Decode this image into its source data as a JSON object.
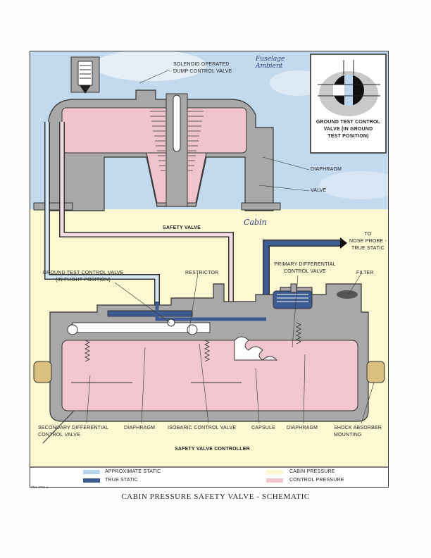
{
  "safety_valve": {
    "title": "SAFETY VALVE",
    "solenoid_label_1": "SOLENOID OPERATED",
    "solenoid_label_2": "DUMP CONTROL VALVE",
    "diaphragm_label": "DIAPHRAGM",
    "valve_label": "VALVE"
  },
  "handwritten": {
    "fuselage_1": "Fuselage",
    "fuselage_2": "Ambient",
    "cabin": "Cabin"
  },
  "inset": {
    "label_1": "GROUND TEST CONTROL",
    "label_2": "VALVE (IN GROUND",
    "label_3": "TEST POSITION)"
  },
  "lines": {
    "nose_1": "TO",
    "nose_2": "NOSE PROBE -",
    "nose_3": "TRUE STATIC",
    "gtcv_1": "GROUND TEST CONTROL VALVE",
    "gtcv_2": "(IN FLIGHT POSITION)",
    "restrictor": "RESTRICTOR",
    "pdcv_1": "PRIMARY DIFFERENTIAL",
    "pdcv_2": "CONTROL VALVE",
    "filter": "FILTER"
  },
  "controller": {
    "title": "SAFETY VALVE CONTROLLER",
    "labels": {
      "secondary_1": "SECONDARY DIFFERENTIAL",
      "secondary_2": "CONTROL VALVE",
      "diaphragm_left": "DIAPHRAGM",
      "isobaric": "ISOBARIC CONTROL VALVE",
      "capsule": "CAPSULE",
      "diaphragm_right": "DIAPHRAGM",
      "shock_1": "SHOCK ABSORBER",
      "shock_2": "MOUNTING"
    }
  },
  "legend": {
    "approx_static": "APPROXIMATE STATIC",
    "true_static": "TRUE STATIC",
    "cabin_pressure": "CABIN PRESSURE",
    "control_pressure": "CONTROL PRESSURE",
    "colors": {
      "approx_static": "#b9d3ea",
      "true_static": "#3d5c93",
      "cabin_pressure": "#fbf8d2",
      "control_pressure": "#f2c6cf"
    }
  },
  "figure_number": "7M1-2715-1",
  "caption": "CABIN PRESSURE SAFETY VALVE - SCHEMATIC"
}
